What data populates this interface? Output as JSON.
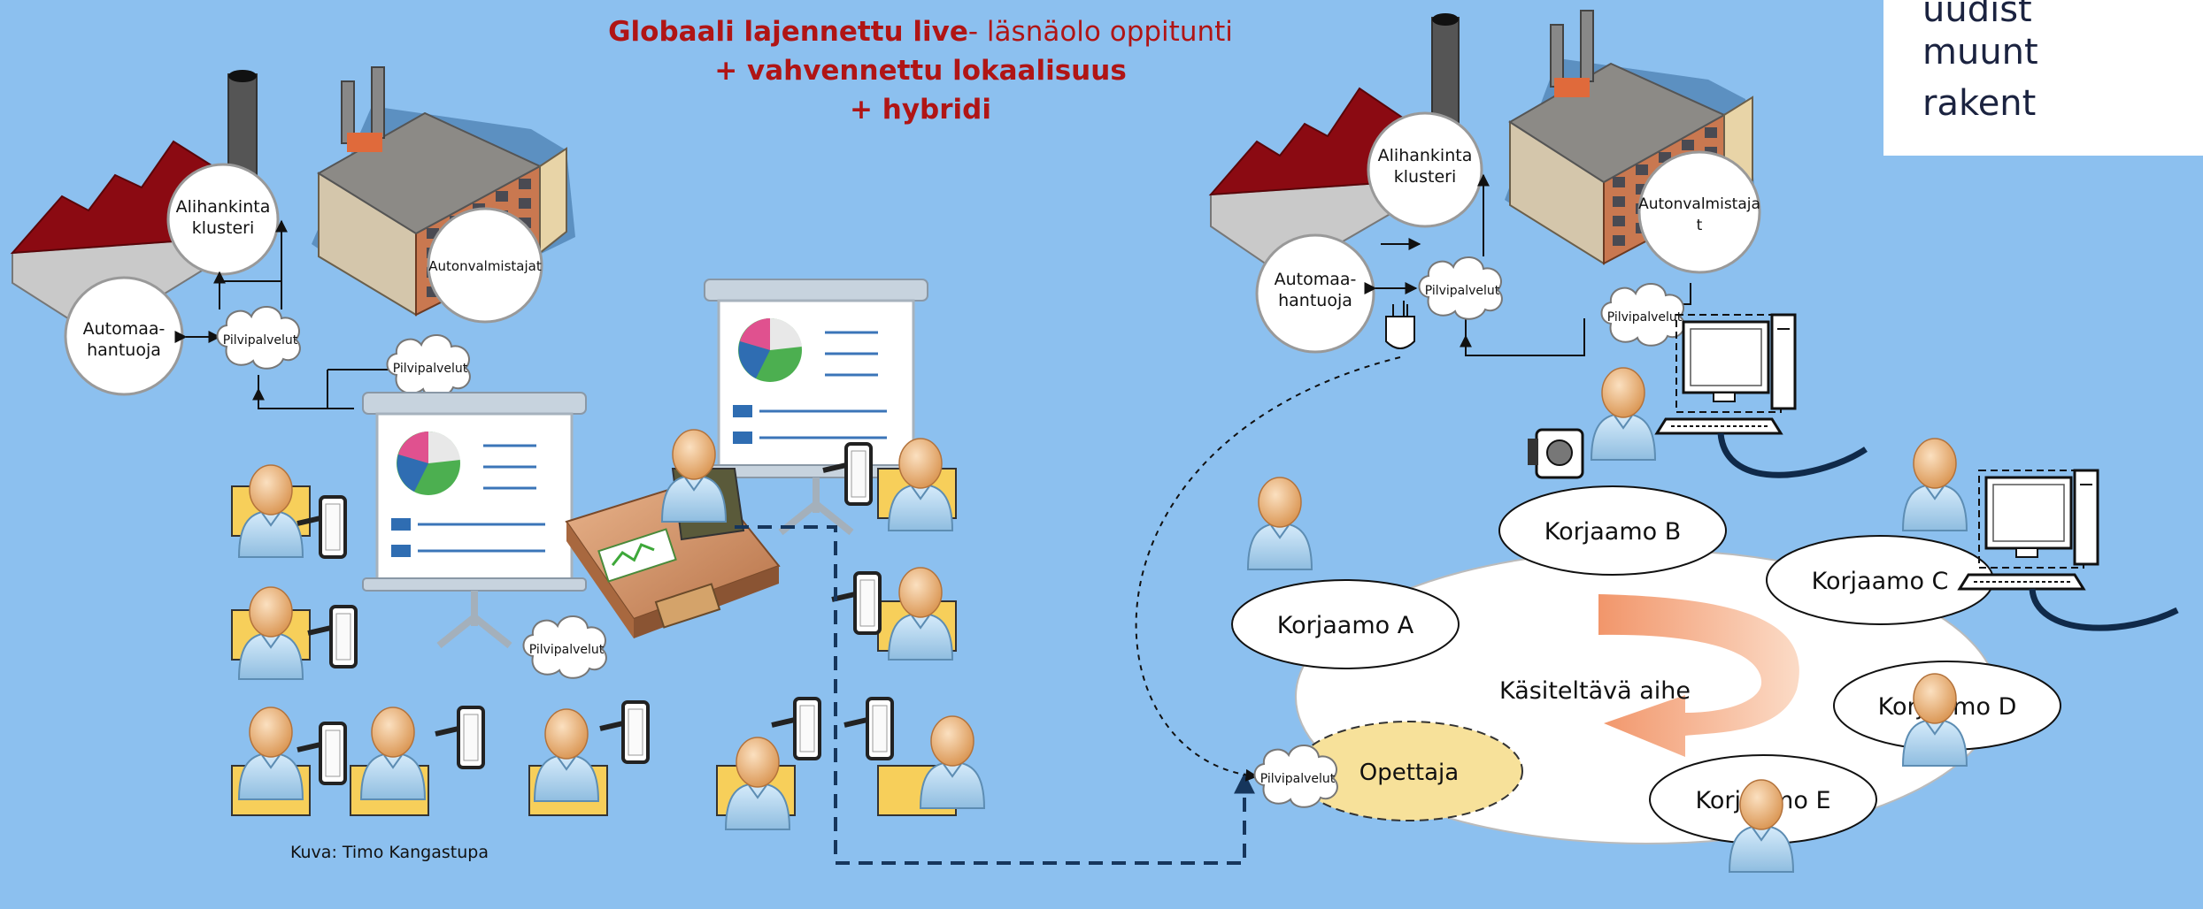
{
  "title": {
    "line1_bold": "Globaali lajennettu live",
    "line1_rest": "- läsnäolo oppitunti",
    "line2": "+ vahvennettu lokaalisuus",
    "line3": "+ hybridi"
  },
  "left": {
    "alihankinta": [
      "Alihankinta",
      "klusteri"
    ],
    "autonvalmistajat": "Autonvalmistajat",
    "automaa": [
      "Automaa-",
      "hantuoja"
    ],
    "cloud1": "Pilvipalvelut",
    "cloud2": "Pilvipalvelut",
    "cloud3": "Pilvipalvelut"
  },
  "right": {
    "alihankinta": [
      "Alihankinta",
      "klusteri"
    ],
    "autonvalmistaja": [
      "Autonvalmistaja",
      "t"
    ],
    "automaa": [
      "Automaa-",
      "hantuoja"
    ],
    "cloud1": "Pilvipalvelut",
    "cloud2": "Pilvipalvelut",
    "cloud3": "Pilvipalvelut",
    "korjaamo_a": "Korjaamo A",
    "korjaamo_b": "Korjaamo B",
    "korjaamo_c": "Korjaamo C",
    "korjaamo_d": "Korjaamo D",
    "korjaamo_e": "Korjaamo E",
    "topic": "Käsiteltävä aihe",
    "teacher": "Opettaja"
  },
  "credit": "Kuva: Timo Kangastupa",
  "corner_text": [
    "uudist",
    "muunt",
    "rakent"
  ],
  "colors": {
    "background": "#8cc0ef",
    "title_red": "#b01515",
    "factory_red": "#8b0a12",
    "arrow_orange": "#f5a77c",
    "teacher_yellow": "#f7e19a"
  }
}
